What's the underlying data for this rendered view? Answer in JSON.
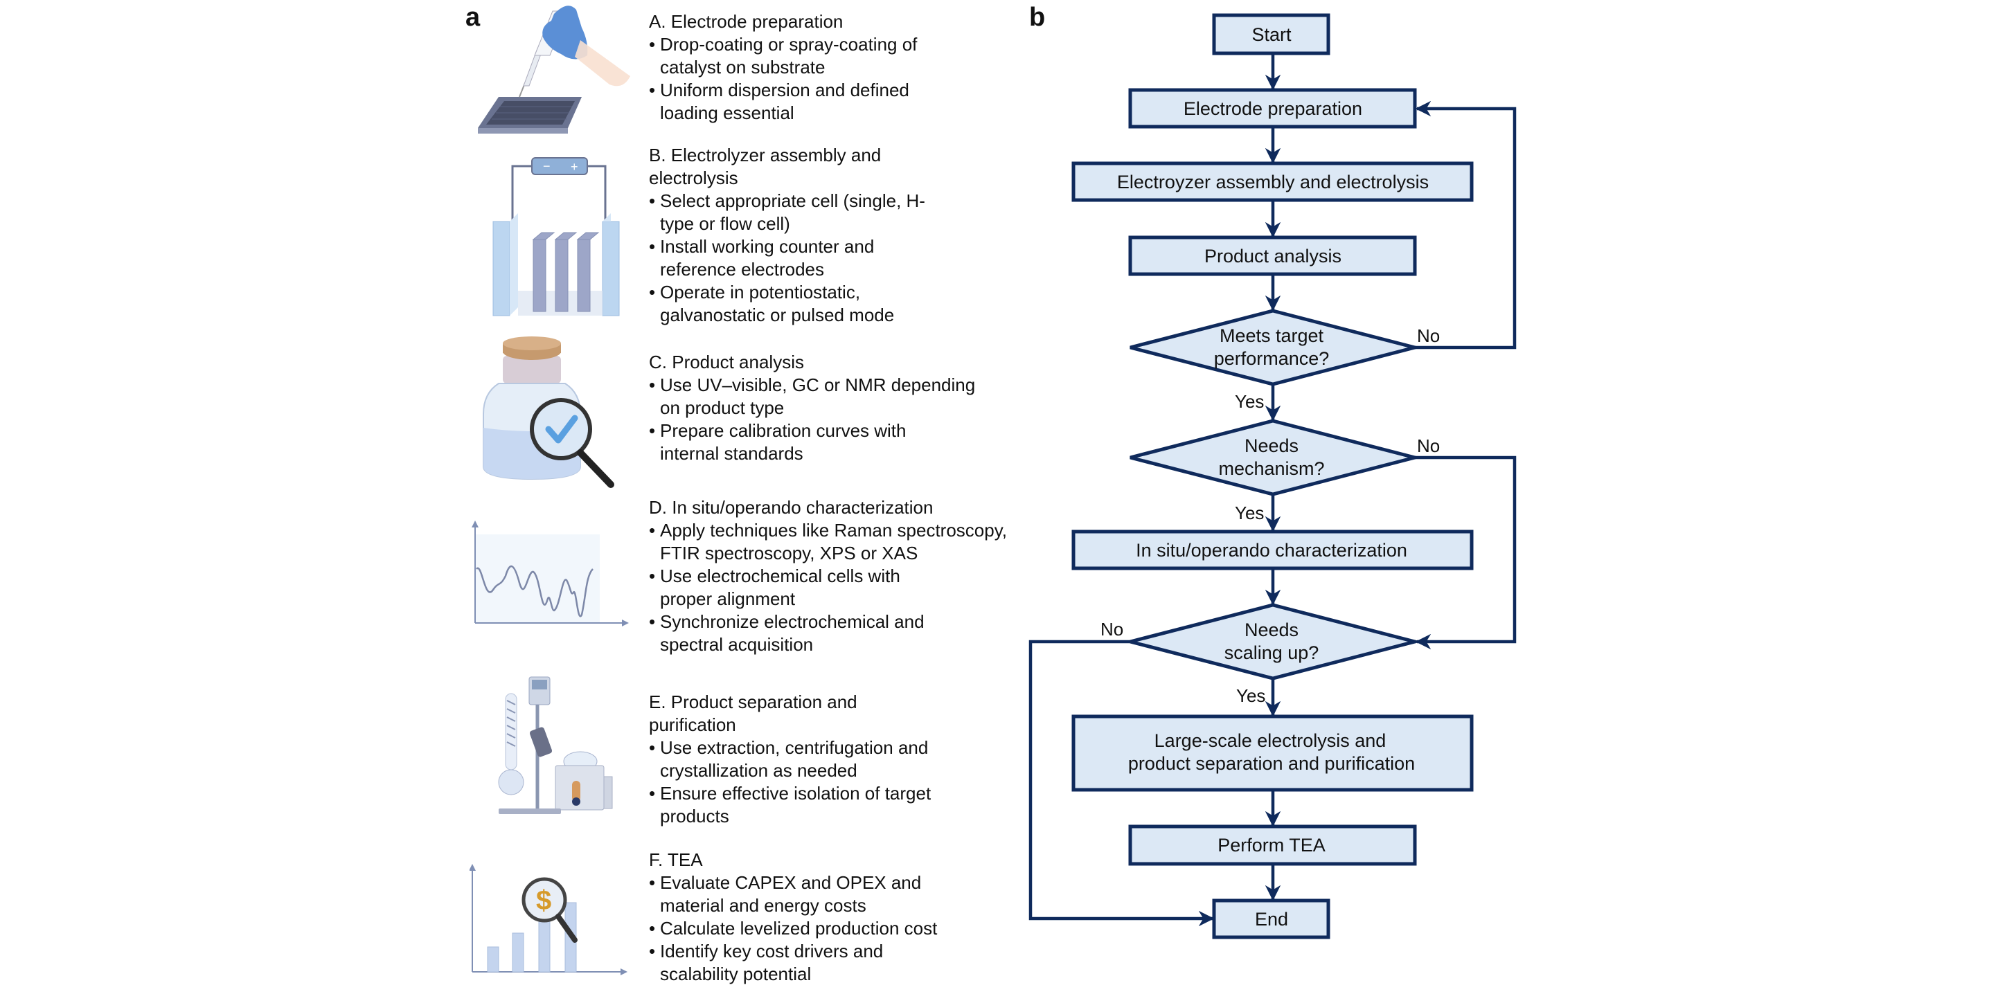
{
  "panel_a": {
    "label": "a",
    "sections": [
      {
        "id": "A",
        "icon": "pipette-electrode-icon",
        "title": "A. Electrode preparation",
        "bullets": [
          "Drop-coating or spray-coating of\ncatalyst on substrate",
          "Uniform dispersion and defined\nloading essential"
        ]
      },
      {
        "id": "B",
        "icon": "electrolyzer-cell-icon",
        "title": "B. Electrolyzer assembly and\nelectrolysis",
        "bullets": [
          "Select appropriate cell (single, H-\n type or flow cell)",
          "Install working counter and\nreference electrodes",
          "Operate in potentiostatic,\ngalvanostatic or pulsed mode"
        ]
      },
      {
        "id": "C",
        "icon": "vial-magnifier-icon",
        "title": "C. Product analysis",
        "bullets": [
          "Use UV–visible, GC or NMR depending\non product type",
          "Prepare calibration curves with\ninternal standards"
        ]
      },
      {
        "id": "D",
        "icon": "spectrum-chart-icon",
        "title": "D. In situ/operando characterization",
        "bullets": [
          "Apply techniques like Raman spectroscopy,\nFTIR spectroscopy, XPS or XAS",
          "Use electrochemical cells with\nproper alignment",
          "Synchronize electrochemical and\nspectral acquisition"
        ]
      },
      {
        "id": "E",
        "icon": "rotary-evaporator-icon",
        "title": "E. Product separation and\npurification",
        "bullets": [
          "Use extraction, centrifugation and\ncrystallization as needed",
          "Ensure effective isolation of target\nproducts"
        ]
      },
      {
        "id": "F",
        "icon": "cost-bar-chart-icon",
        "title": "F. TEA",
        "bullets": [
          "Evaluate CAPEX and OPEX and\n material and energy costs",
          "Calculate levelized production cost",
          "Identify key cost drivers and\nscalability potential"
        ]
      }
    ]
  },
  "panel_b": {
    "label": "b",
    "nodes": {
      "start": "Start",
      "electrode_prep": "Electrode preparation",
      "electrolyzer": "Electroyzer assembly and electrolysis",
      "product_analysis": "Product analysis",
      "meets_target_1": "Meets target",
      "meets_target_2": "performance?",
      "needs_mech_1": "Needs",
      "needs_mech_2": "mechanism?",
      "in_situ": "In situ/operando characterization",
      "needs_scale_1": "Needs",
      "needs_scale_2": "scaling up?",
      "large_scale_1": "Large-scale electrolysis and",
      "large_scale_2": "product separation and purification",
      "perform_tea": "Perform TEA",
      "end": "End"
    },
    "edge_labels": {
      "yes": "Yes",
      "no": "No"
    },
    "colors": {
      "stroke": "#0f2a5c",
      "fill": "#dce8f5"
    }
  }
}
